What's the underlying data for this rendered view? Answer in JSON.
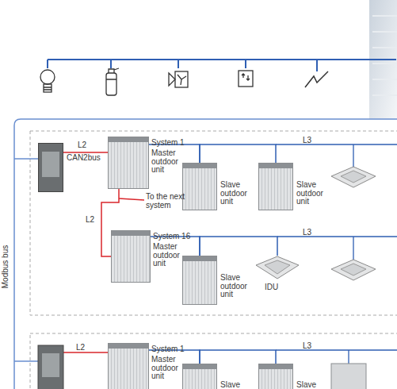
{
  "diagram": {
    "nodes": [
      {
        "text": [
          "CAN2bus"
        ]
      },
      {
        "text": [
          "System 1",
          "Master outdoor unit"
        ]
      },
      {
        "text": [
          "Slave outdoor unit"
        ]
      },
      {
        "text": [
          "Slave outdoor unit"
        ]
      },
      {
        "text": [
          "System 16",
          "Master outdoor unit"
        ]
      },
      {
        "text": [
          "Slave outdoor unit"
        ]
      },
      {
        "text": [
          "IDU"
        ]
      },
      {
        "text": [
          "System 1",
          "Master outdoor unit"
        ]
      },
      {
        "text": [
          "Slave"
        ]
      },
      {
        "text": [
          "Slave"
        ]
      }
    ],
    "edges": [
      {
        "from": 0,
        "to": 1,
        "arrow": "none",
        "label": "L2"
      },
      {
        "from": 1,
        "to": 2,
        "arrow": "none"
      },
      {
        "from": 2,
        "to": 3,
        "arrow": "none"
      },
      {
        "from": 1,
        "to": 4,
        "arrow": "none",
        "label": "L2"
      },
      {
        "from": 4,
        "to": 5,
        "arrow": "none"
      },
      {
        "from": 5,
        "to": 6,
        "arrow": "none"
      },
      {
        "from": 7,
        "to": 8,
        "arrow": "none"
      },
      {
        "from": 8,
        "to": 9,
        "arrow": "none"
      }
    ],
    "labels": [
      "To the next system",
      "L3",
      "L3",
      "L3",
      "L2",
      "Modbus bus"
    ]
  }
}
